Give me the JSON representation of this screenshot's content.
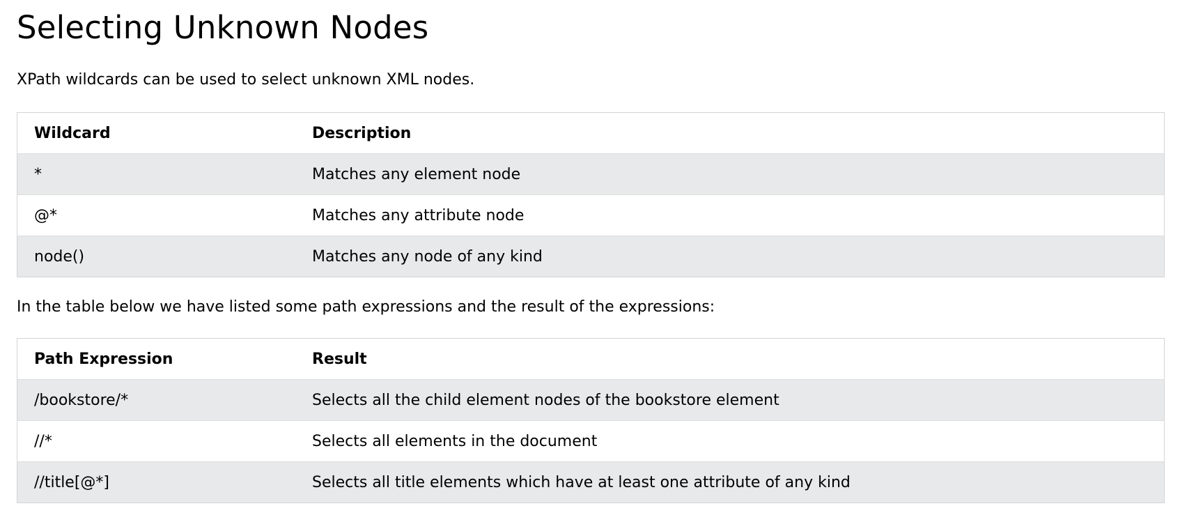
{
  "heading": "Selecting Unknown Nodes",
  "intro": "XPath wildcards can be used to select unknown XML nodes.",
  "wildcards_table": {
    "headers": [
      "Wildcard",
      "Description"
    ],
    "rows": [
      [
        "*",
        "Matches any element node"
      ],
      [
        "@*",
        "Matches any attribute node"
      ],
      [
        "node()",
        "Matches any node of any kind"
      ]
    ]
  },
  "between_text": "In the table below we have listed some path expressions and the result of the expressions:",
  "paths_table": {
    "headers": [
      "Path Expression",
      "Result"
    ],
    "rows": [
      [
        "/bookstore/*",
        "Selects all the child element nodes of the bookstore element"
      ],
      [
        "//*",
        "Selects all elements in the document"
      ],
      [
        "//title[@*]",
        "Selects all title elements which have at least one attribute of any kind"
      ]
    ]
  }
}
